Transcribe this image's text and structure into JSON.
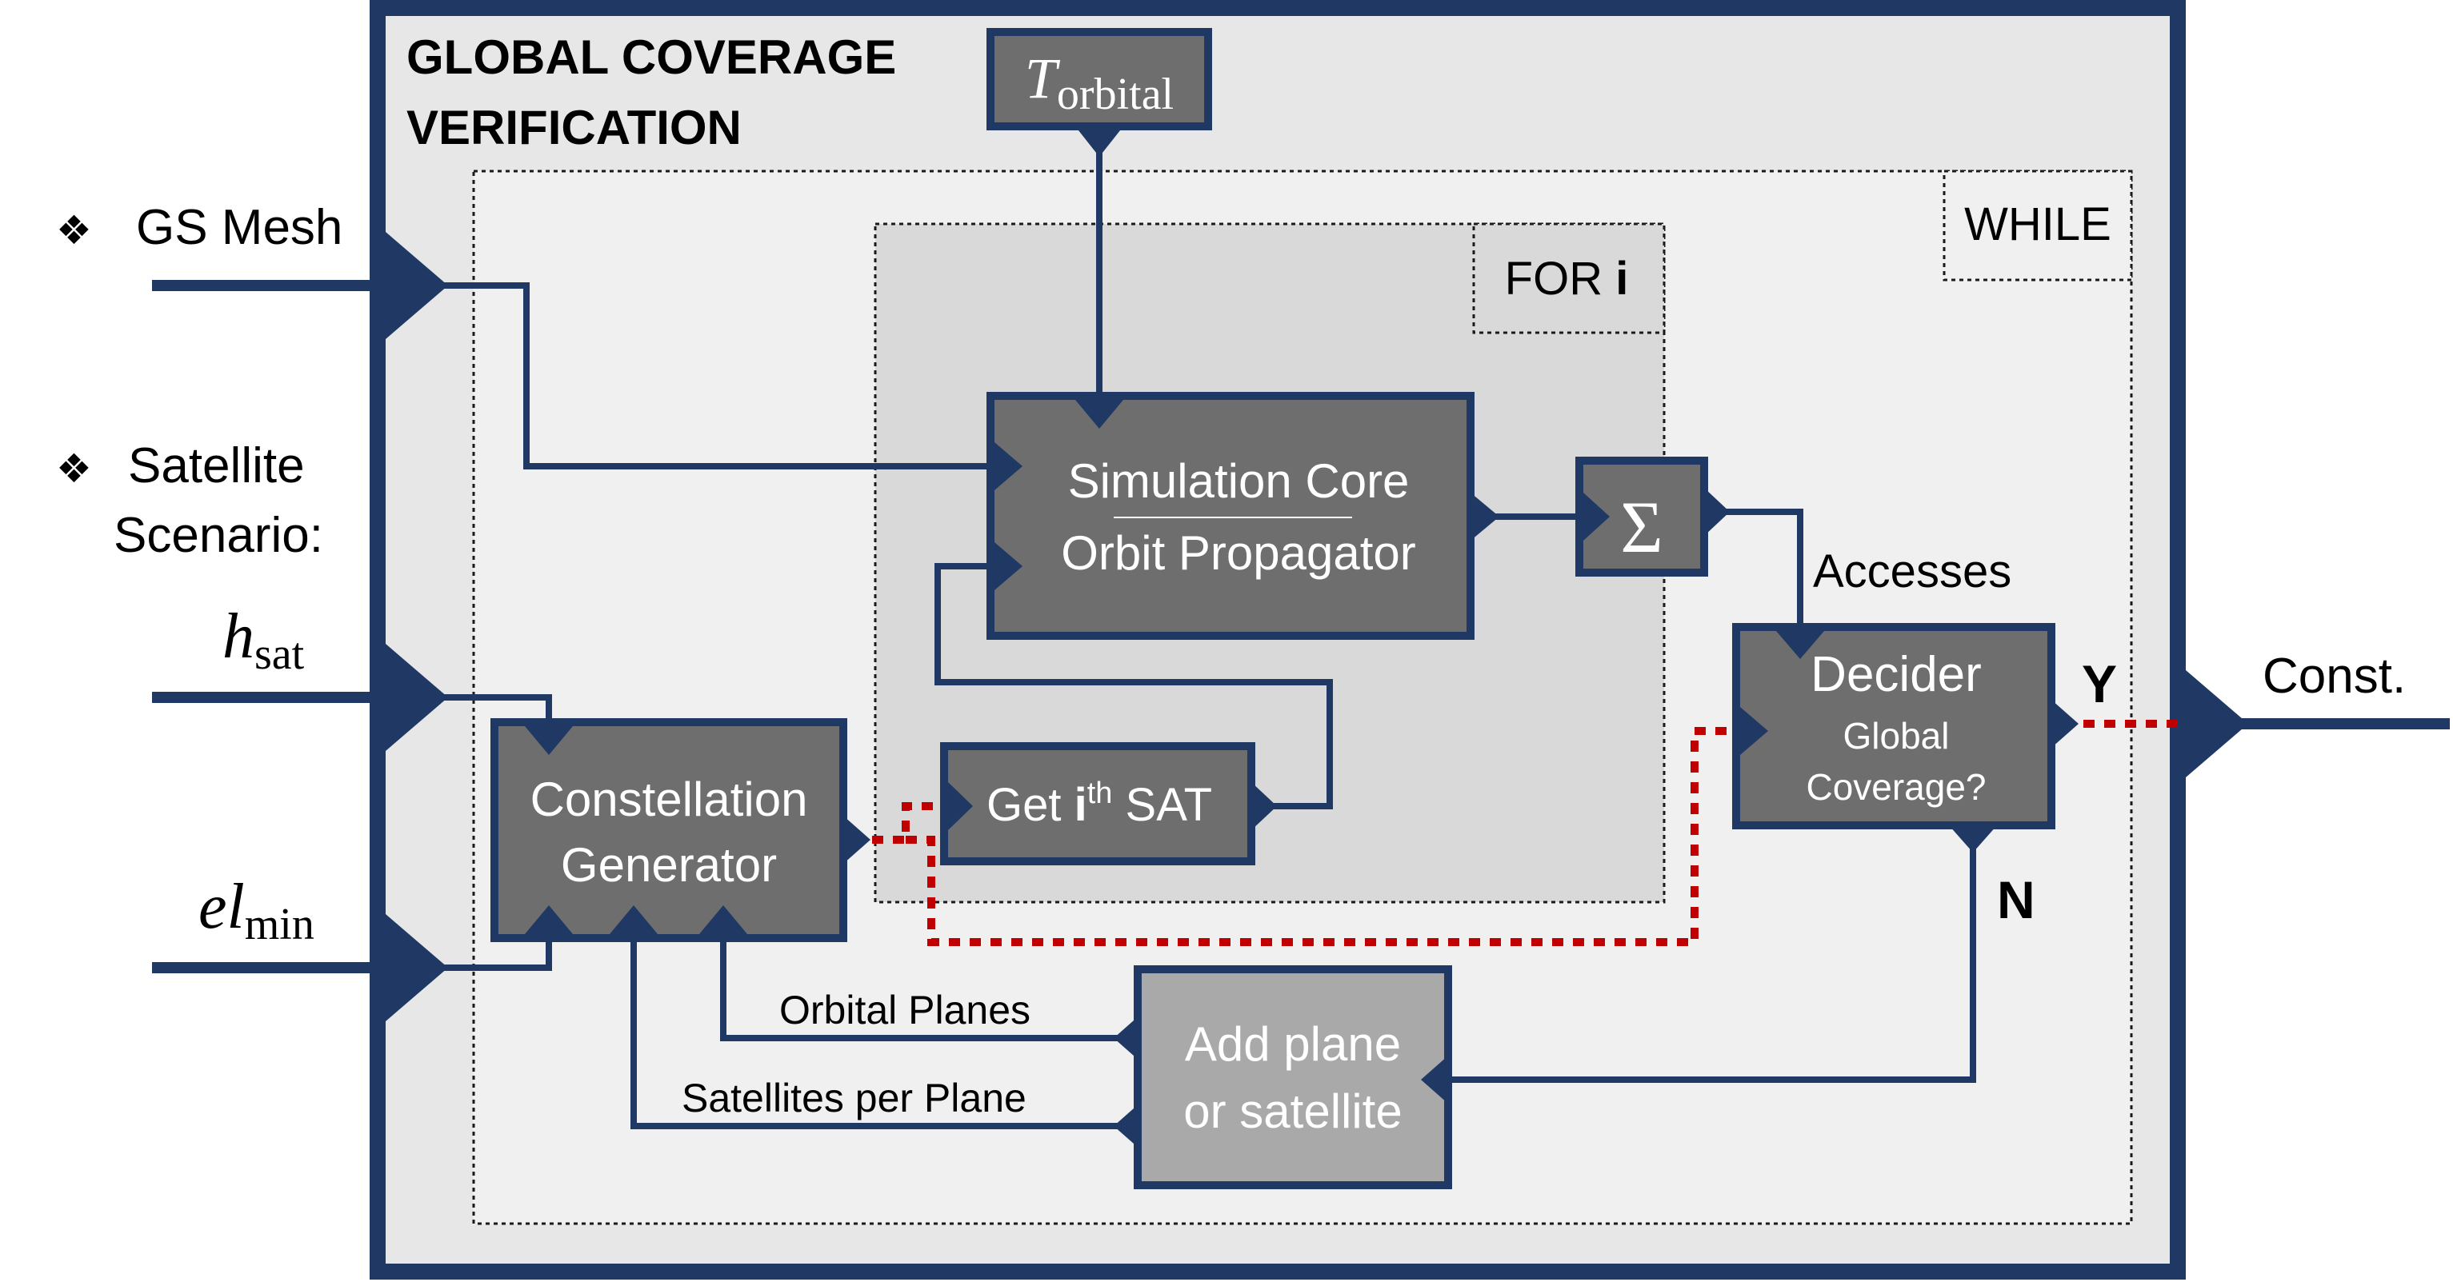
{
  "title": {
    "line1": "GLOBAL COVERAGE",
    "line2": "VERIFICATION"
  },
  "inputs": {
    "bullet_glyph": "❖",
    "gs_mesh": "GS Mesh",
    "satellite_scenario_line1": "Satellite",
    "satellite_scenario_line2": "Scenario:",
    "h_sat_main": "h",
    "h_sat_sub": "sat",
    "el_min_main": "el",
    "el_min_sub": "min"
  },
  "t_orbital": {
    "main": "T",
    "sub": "orbital"
  },
  "loops": {
    "while_label": "WHILE",
    "for_label_prefix": "FOR ",
    "for_label_var": "i"
  },
  "blocks": {
    "sim_core_line1": "Simulation Core",
    "sim_core_line2": "Orbit Propagator",
    "sigma": "Σ",
    "constellation_line1": "Constellation",
    "constellation_line2": "Generator",
    "get_sat_prefix": "Get ",
    "get_sat_var": "i",
    "get_sat_sup": "th",
    "get_sat_suffix": " SAT",
    "decider_title": "Decider",
    "decider_sub1": "Global",
    "decider_sub2": "Coverage?",
    "add_plane_line1": "Add plane",
    "add_plane_line2": "or satellite"
  },
  "labels": {
    "accesses": "Accesses",
    "yes": "Y",
    "no": "N",
    "output": "Const.",
    "orbital_planes": "Orbital Planes",
    "sats_per_plane": "Satellites per Plane"
  },
  "colors": {
    "navy": "#1f3864",
    "outer_fill": "#e7e7e7",
    "while_fill": "#f0f0f0",
    "for_fill": "#d9d9d9",
    "block_dark": "#6e6e6e",
    "block_light": "#a9a9a9",
    "red": "#c00000"
  }
}
